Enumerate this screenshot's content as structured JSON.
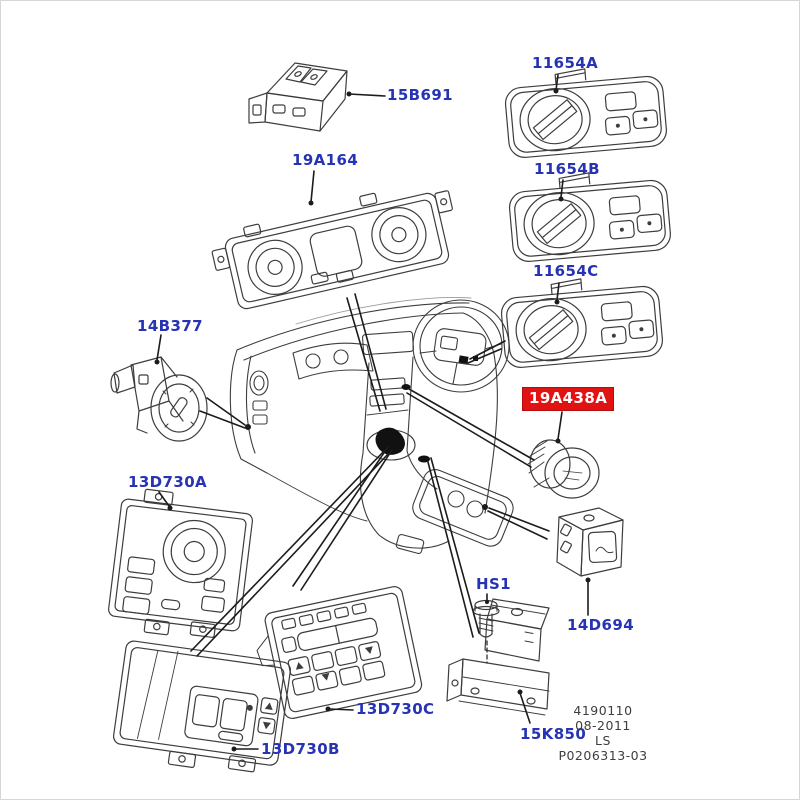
{
  "diagram": {
    "type": "exploded-parts-diagram",
    "subject": "dashboard switches",
    "colors": {
      "background": "#ffffff",
      "border": "#d6d6d6",
      "label_blue": "#2633b4",
      "highlight_red": "#e01212",
      "highlight_text": "#ffffff",
      "part_line": "#3d3d3d",
      "leader_line": "#1c1c1c",
      "stamp_gray": "#3e3e3e"
    },
    "part_labels": {
      "s15B691": {
        "text": "15B691",
        "highlighted": false
      },
      "s19A164": {
        "text": "19A164",
        "highlighted": false
      },
      "s11654A": {
        "text": "11654A",
        "highlighted": false
      },
      "s11654B": {
        "text": "11654B",
        "highlighted": false
      },
      "s11654C": {
        "text": "11654C",
        "highlighted": false
      },
      "s14B377": {
        "text": "14B377",
        "highlighted": false
      },
      "s13D730A": {
        "text": "13D730A",
        "highlighted": false
      },
      "s19A438A": {
        "text": "19A438A",
        "highlighted": true
      },
      "s13D730C": {
        "text": "13D730C",
        "highlighted": false
      },
      "s13D730B": {
        "text": "13D730B",
        "highlighted": false
      },
      "sHS1": {
        "text": "HS1",
        "highlighted": false
      },
      "s14D694": {
        "text": "14D694",
        "highlighted": false
      },
      "s15K850": {
        "text": "15K850",
        "highlighted": false
      }
    },
    "stamp": {
      "line1": "4190110",
      "line2": "08-2011",
      "line3": "LS",
      "line4": "P0206313-03"
    }
  }
}
